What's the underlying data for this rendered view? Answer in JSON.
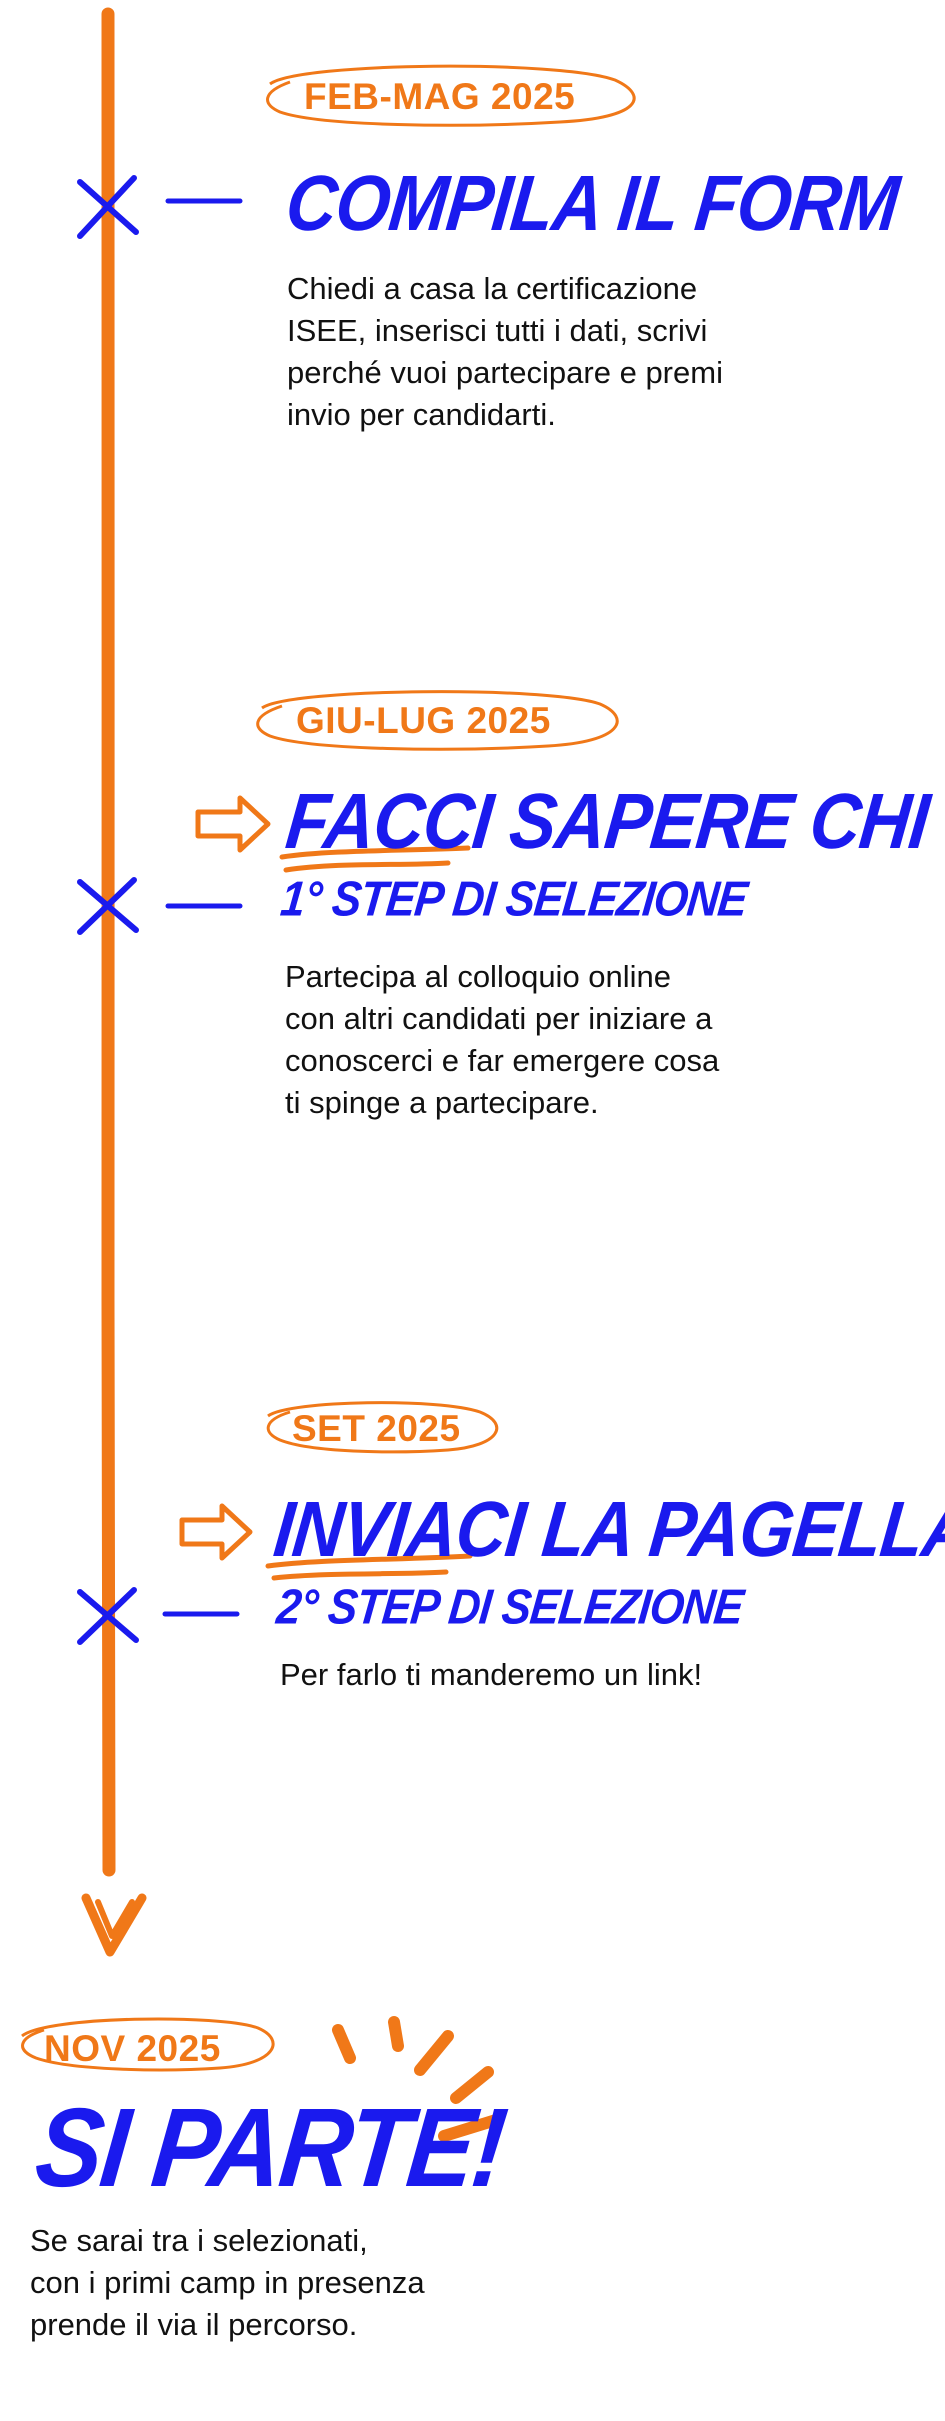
{
  "colors": {
    "orange": "#f07818",
    "blue": "#1a1aee",
    "text": "#111111",
    "background": "#ffffff"
  },
  "steps": [
    {
      "period": "FEB-MAG 2025",
      "title": "COMPILA IL FORM",
      "description": [
        "Chiedi a casa la certificazione",
        "ISEE, inserisci tutti i dati, scrivi",
        "perché vuoi partecipare e premi",
        "invio per candidarti."
      ]
    },
    {
      "period": "GIU-LUG 2025",
      "title": "FACCI SAPERE CHI SEI",
      "subtitle": "1° STEP DI SELEZIONE",
      "description": [
        "Partecipa al colloquio online",
        "con altri candidati per iniziare a",
        "conoscerci e far emergere cosa",
        "ti spinge a partecipare."
      ]
    },
    {
      "period": "SET 2025",
      "title": "INVIACI LA PAGELLA",
      "subtitle": "2° STEP DI SELEZIONE",
      "description": [
        "Per farlo ti manderemo un link!"
      ]
    }
  ],
  "final": {
    "period": "NOV 2025",
    "title": "SI PARTE!",
    "description": [
      "Se sarai tra i selezionati,",
      "con i primi camp in presenza",
      "prende il via il percorso."
    ]
  },
  "icons": [
    "cross-marker-icon",
    "arrow-right-icon",
    "chevron-down-icon",
    "burst-lines-icon"
  ]
}
